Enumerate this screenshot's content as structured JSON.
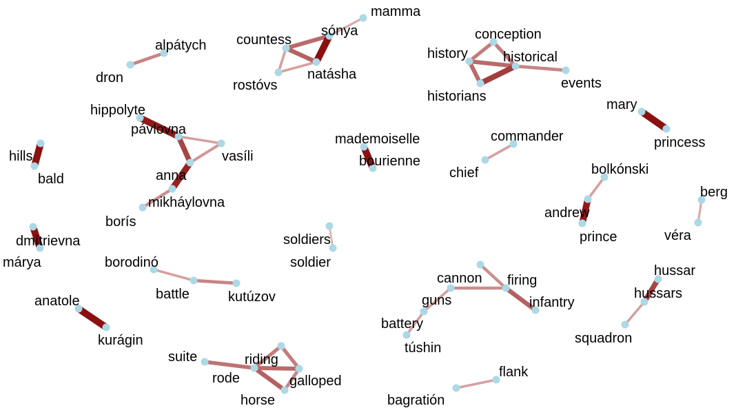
{
  "colors": {
    "background": "#ffffff",
    "node": "#add8e6",
    "label": "#000000",
    "edge_strong": "#8b1010",
    "edge_weak": "#e8c4c4"
  },
  "graph": {
    "nodes": [
      {
        "id": "mamma",
        "label": "mamma"
      },
      {
        "id": "sonya",
        "label": "sónya"
      },
      {
        "id": "countess",
        "label": "countess"
      },
      {
        "id": "natasha",
        "label": "natásha"
      },
      {
        "id": "rostovs",
        "label": "rostóvs"
      },
      {
        "id": "alpatych",
        "label": "alpátych"
      },
      {
        "id": "dron",
        "label": "dron"
      },
      {
        "id": "conception",
        "label": "conception"
      },
      {
        "id": "history",
        "label": "history"
      },
      {
        "id": "historical",
        "label": "historical"
      },
      {
        "id": "historians",
        "label": "historians"
      },
      {
        "id": "events",
        "label": "events"
      },
      {
        "id": "mary",
        "label": "mary"
      },
      {
        "id": "princess",
        "label": "princess"
      },
      {
        "id": "hippolyte",
        "label": "hippolyte"
      },
      {
        "id": "pavlovna",
        "label": "pávlovna"
      },
      {
        "id": "vasili",
        "label": "vasíli"
      },
      {
        "id": "anna",
        "label": "anna"
      },
      {
        "id": "mikhaylovna",
        "label": "mikháylovna"
      },
      {
        "id": "boris",
        "label": "borís"
      },
      {
        "id": "hills",
        "label": "hills"
      },
      {
        "id": "bald",
        "label": "bald"
      },
      {
        "id": "mademoiselle",
        "label": "mademoiselle"
      },
      {
        "id": "bourienne",
        "label": "bourienne"
      },
      {
        "id": "commander",
        "label": "commander"
      },
      {
        "id": "chief",
        "label": "chief"
      },
      {
        "id": "bolkonski",
        "label": "bolkónski"
      },
      {
        "id": "andrew",
        "label": "andrew"
      },
      {
        "id": "prince",
        "label": "prince"
      },
      {
        "id": "berg",
        "label": "berg"
      },
      {
        "id": "vera",
        "label": "véra"
      },
      {
        "id": "dmitrievna",
        "label": "dmítrievna"
      },
      {
        "id": "marya",
        "label": "márya"
      },
      {
        "id": "soldiers",
        "label": "soldiers"
      },
      {
        "id": "soldier",
        "label": "soldier"
      },
      {
        "id": "borodino",
        "label": "borodinó"
      },
      {
        "id": "battle",
        "label": "battle"
      },
      {
        "id": "kutuzov",
        "label": "kutúzov"
      },
      {
        "id": "anatole",
        "label": "anatole"
      },
      {
        "id": "kuragin",
        "label": "kurágin"
      },
      {
        "id": "cannon",
        "label": "cannon"
      },
      {
        "id": "firing",
        "label": "firing"
      },
      {
        "id": "guns",
        "label": "guns"
      },
      {
        "id": "infantry",
        "label": "infantry"
      },
      {
        "id": "battery",
        "label": "battery"
      },
      {
        "id": "tushin",
        "label": "túshin"
      },
      {
        "id": "hussar",
        "label": "hussar"
      },
      {
        "id": "hussars",
        "label": "hussars"
      },
      {
        "id": "squadron",
        "label": "squadron"
      },
      {
        "id": "suite",
        "label": "suite"
      },
      {
        "id": "riding",
        "label": "riding"
      },
      {
        "id": "rode",
        "label": "rode"
      },
      {
        "id": "galloped",
        "label": "galloped"
      },
      {
        "id": "horse",
        "label": "horse"
      },
      {
        "id": "flank",
        "label": "flank"
      },
      {
        "id": "bagration",
        "label": "bagratión"
      }
    ],
    "edges": [
      {
        "source": "sonya",
        "target": "mamma",
        "weight": 0.15
      },
      {
        "source": "countess",
        "target": "sonya",
        "weight": 0.5
      },
      {
        "source": "sonya",
        "target": "natasha",
        "weight": 1.0
      },
      {
        "source": "countess",
        "target": "natasha",
        "weight": 0.55
      },
      {
        "source": "countess",
        "target": "rostovs",
        "weight": 0.2
      },
      {
        "source": "natasha",
        "target": "rostovs",
        "weight": 0.2
      },
      {
        "source": "alpatych",
        "target": "dron",
        "weight": 0.35
      },
      {
        "source": "history",
        "target": "conception",
        "weight": 0.4
      },
      {
        "source": "conception",
        "target": "historical",
        "weight": 0.4
      },
      {
        "source": "history",
        "target": "historical",
        "weight": 0.5
      },
      {
        "source": "history",
        "target": "historians",
        "weight": 0.5
      },
      {
        "source": "historians",
        "target": "historical",
        "weight": 0.75
      },
      {
        "source": "historical",
        "target": "events",
        "weight": 0.35
      },
      {
        "source": "mary",
        "target": "princess",
        "weight": 1.0
      },
      {
        "source": "hippolyte",
        "target": "pavlovna",
        "weight": 0.95
      },
      {
        "source": "pavlovna",
        "target": "vasili",
        "weight": 0.2
      },
      {
        "source": "pavlovna",
        "target": "anna",
        "weight": 0.7
      },
      {
        "source": "vasili",
        "target": "anna",
        "weight": 0.25
      },
      {
        "source": "anna",
        "target": "mikhaylovna",
        "weight": 0.9
      },
      {
        "source": "mikhaylovna",
        "target": "boris",
        "weight": 0.3
      },
      {
        "source": "hills",
        "target": "bald",
        "weight": 1.0
      },
      {
        "source": "mademoiselle",
        "target": "bourienne",
        "weight": 1.0
      },
      {
        "source": "commander",
        "target": "chief",
        "weight": 0.2
      },
      {
        "source": "bolkonski",
        "target": "andrew",
        "weight": 0.2
      },
      {
        "source": "andrew",
        "target": "prince",
        "weight": 0.95
      },
      {
        "source": "berg",
        "target": "vera",
        "weight": 0.15
      },
      {
        "source": "dmitrievna",
        "target": "marya",
        "weight": 1.0
      },
      {
        "source": "soldiers",
        "target": "soldier",
        "weight": 0.1
      },
      {
        "source": "borodino",
        "target": "battle",
        "weight": 0.2
      },
      {
        "source": "battle",
        "target": "kutuzov",
        "weight": 0.35
      },
      {
        "source": "anatole",
        "target": "kuragin",
        "weight": 1.0
      },
      {
        "source": "cannon",
        "target": "firing",
        "weight": 0.3
      },
      {
        "source": "guns",
        "target": "firing",
        "weight": 0.3
      },
      {
        "source": "firing",
        "target": "infantry",
        "weight": 0.55
      },
      {
        "source": "guns",
        "target": "battery",
        "weight": 0.2
      },
      {
        "source": "battery",
        "target": "tushin",
        "weight": 0.2
      },
      {
        "source": "hussar",
        "target": "hussars",
        "weight": 0.7
      },
      {
        "source": "hussars",
        "target": "squadron",
        "weight": 0.2
      },
      {
        "source": "suite",
        "target": "rode",
        "weight": 0.45
      },
      {
        "source": "riding",
        "target": "rode",
        "weight": 0.4
      },
      {
        "source": "rode",
        "target": "galloped",
        "weight": 0.5
      },
      {
        "source": "riding",
        "target": "galloped",
        "weight": 0.4
      },
      {
        "source": "rode",
        "target": "horse",
        "weight": 0.55
      },
      {
        "source": "horse",
        "target": "galloped",
        "weight": 0.35
      },
      {
        "source": "flank",
        "target": "bagration",
        "weight": 0.2
      }
    ]
  }
}
